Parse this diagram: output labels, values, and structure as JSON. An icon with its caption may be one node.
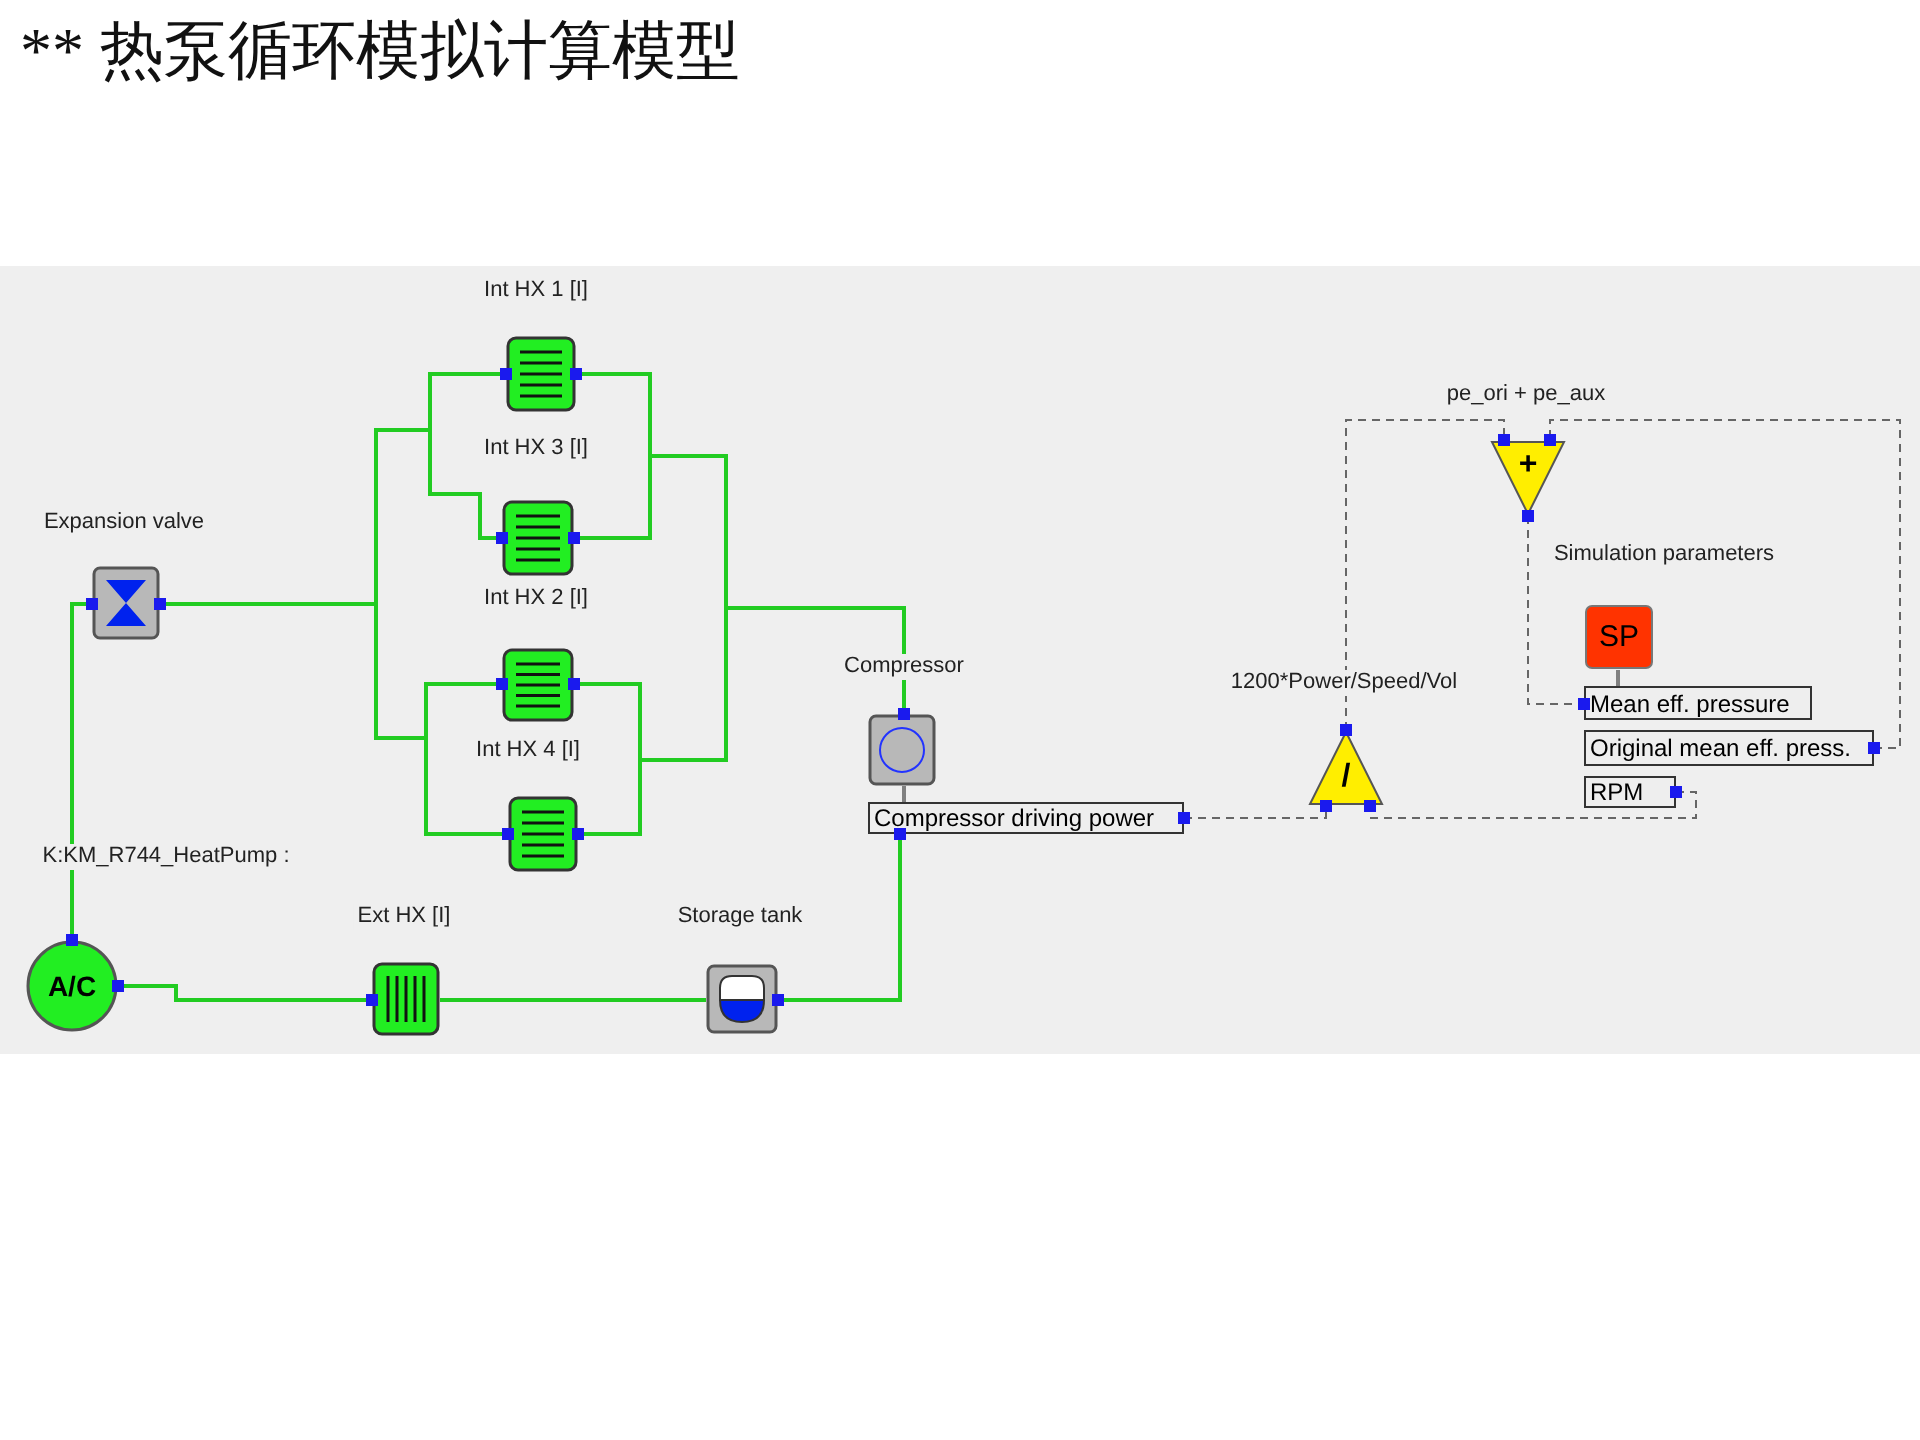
{
  "diagram": {
    "title": "** 热泵循环模拟计算模型",
    "nodes": [
      {
        "text": [
          "Expansion valve"
        ]
      },
      {
        "text": [
          "Int HX 1 [I]"
        ]
      },
      {
        "text": [
          "Int HX 3 [I]"
        ]
      },
      {
        "text": [
          "Int HX 2 [I]"
        ]
      },
      {
        "text": [
          "Int HX 4 [I]"
        ]
      },
      {
        "text": [
          "Compressor"
        ]
      },
      {
        "text": [
          "Compressor driving power"
        ]
      },
      {
        "text": [
          "K:KM_R744_HeatPump :",
          "A/C"
        ]
      },
      {
        "text": [
          "Ext HX [I]"
        ]
      },
      {
        "text": [
          "Storage tank"
        ]
      },
      {
        "text": [
          "pe_ori + pe_aux",
          "+"
        ]
      },
      {
        "text": [
          "1200*Power/Speed/Vol",
          "/"
        ]
      },
      {
        "text": [
          "SP"
        ]
      },
      {
        "text": [
          "Mean eff. pressure"
        ]
      },
      {
        "text": [
          "Original mean eff. press."
        ]
      },
      {
        "text": [
          "RPM"
        ]
      }
    ],
    "edges": [
      {
        "from": 0,
        "to": 1,
        "arrow": "none"
      },
      {
        "from": 0,
        "to": 2,
        "arrow": "none"
      },
      {
        "from": 0,
        "to": 3,
        "arrow": "none"
      },
      {
        "from": 0,
        "to": 4,
        "arrow": "none"
      },
      {
        "from": 1,
        "to": 5,
        "arrow": "none"
      },
      {
        "from": 2,
        "to": 5,
        "arrow": "none"
      },
      {
        "from": 3,
        "to": 5,
        "arrow": "none"
      },
      {
        "from": 4,
        "to": 5,
        "arrow": "none"
      },
      {
        "from": 5,
        "to": 6,
        "arrow": "none",
        "color": "#808080"
      },
      {
        "from": 6,
        "to": 9,
        "arrow": "none"
      },
      {
        "from": 9,
        "to": 8,
        "arrow": "none"
      },
      {
        "from": 8,
        "to": 7,
        "arrow": "none"
      },
      {
        "from": 7,
        "to": 0,
        "arrow": "none"
      },
      {
        "from": 6,
        "to": 11,
        "arrow": "none",
        "style": "dashed",
        "color": "#666666"
      },
      {
        "from": 15,
        "to": 11,
        "arrow": "none",
        "style": "dashed",
        "color": "#666666"
      },
      {
        "from": 11,
        "to": 10,
        "arrow": "none",
        "style": "dashed",
        "color": "#666666"
      },
      {
        "from": 14,
        "to": 10,
        "arrow": "none",
        "style": "dashed",
        "color": "#666666"
      },
      {
        "from": 10,
        "to": 13,
        "arrow": "none",
        "style": "dashed",
        "color": "#666666"
      },
      {
        "from": 12,
        "to": 13,
        "arrow": "none",
        "color": "#808080"
      }
    ],
    "labels": [
      "Simulation parameters"
    ]
  }
}
